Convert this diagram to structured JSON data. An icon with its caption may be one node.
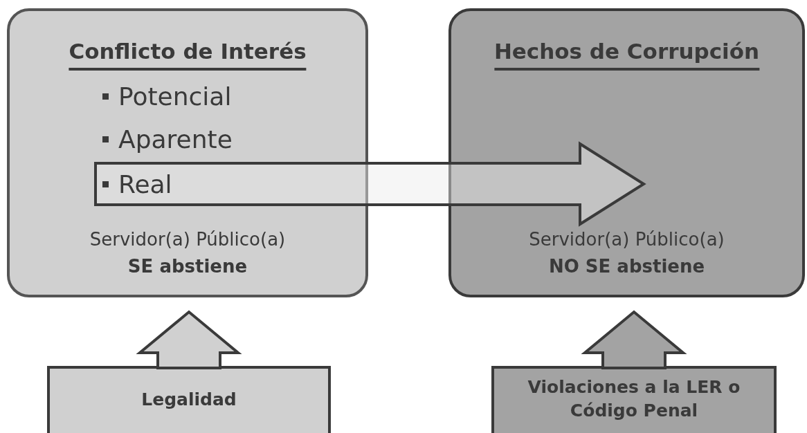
{
  "diagram": {
    "nodes": [
      {
        "text": [
          "Conflicto de Interés",
          "Servidor(a) Público(a)",
          "SE abstiene"
        ]
      },
      {
        "text": [
          "Potencial"
        ],
        "in": 0
      },
      {
        "text": [
          "Aparente"
        ],
        "in": 0
      },
      {
        "text": [
          "Real"
        ],
        "in": 0
      },
      {
        "text": [
          "Hechos de Corrupción",
          "Servidor(a) Público(a)",
          "NO SE abstiene"
        ]
      },
      {
        "text": [
          "Legalidad"
        ]
      },
      {
        "text": [
          "Violaciones a la LER o Código Penal"
        ]
      }
    ],
    "edges": [
      {
        "from": 3,
        "to": 4,
        "arrow": "to"
      },
      {
        "from": 5,
        "to": 0,
        "arrow": "to"
      },
      {
        "from": 6,
        "to": 4,
        "arrow": "to"
      }
    ]
  }
}
